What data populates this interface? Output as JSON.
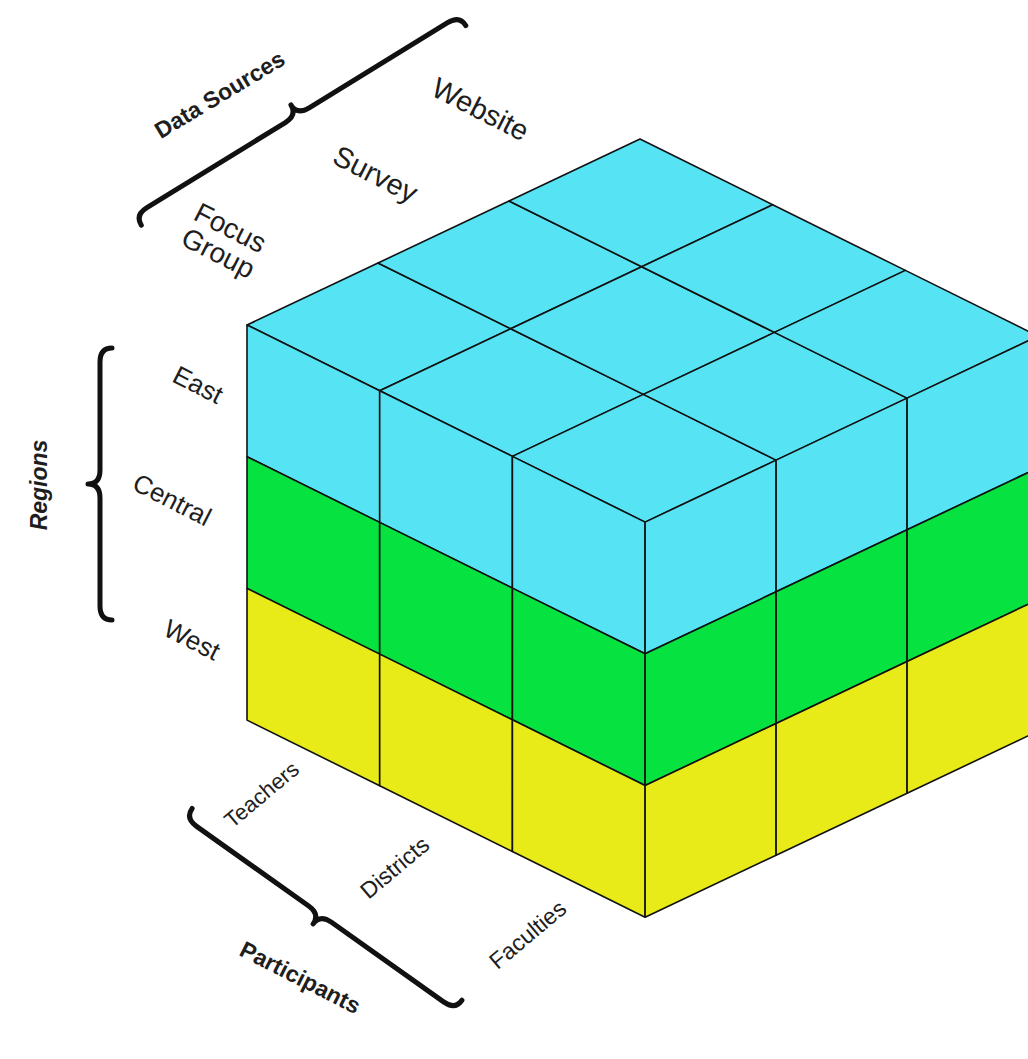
{
  "diagram": {
    "labels": [
      "Data Sources",
      "Website",
      "Survey",
      "Focus Group",
      "Regions",
      "East",
      "Central",
      "West",
      "Teachers",
      "Districts",
      "Faculties",
      "Participants"
    ]
  }
}
